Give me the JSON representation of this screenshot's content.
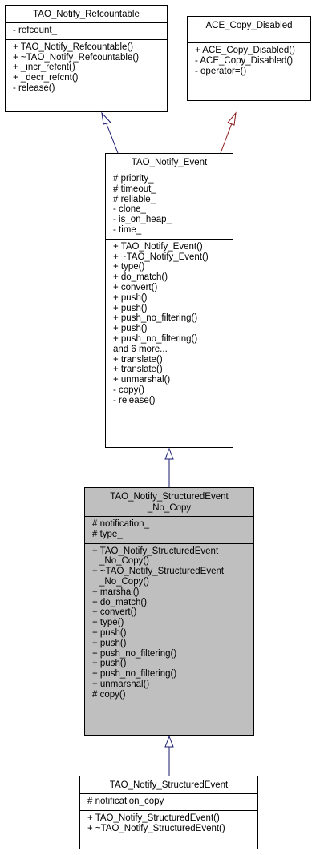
{
  "classes": {
    "refcountable": {
      "title": [
        "TAO_Notify_Refcountable"
      ],
      "attributes": [
        "- refcount_"
      ],
      "methods": [
        "+ TAO_Notify_Refcountable()",
        "+ ~TAO_Notify_Refcountable()",
        "+ _incr_refcnt()",
        "+ _decr_refcnt()",
        "- release()"
      ]
    },
    "copy_disabled": {
      "title": [
        "ACE_Copy_Disabled"
      ],
      "attributes": [],
      "methods": [
        "+ ACE_Copy_Disabled()",
        "- ACE_Copy_Disabled()",
        "- operator=()"
      ]
    },
    "event": {
      "title": [
        "TAO_Notify_Event"
      ],
      "attributes": [
        "# priority_",
        "# timeout_",
        "# reliable_",
        "- clone_",
        "- is_on_heap_",
        "- time_"
      ],
      "methods": [
        "+ TAO_Notify_Event()",
        "+ ~TAO_Notify_Event()",
        "+ type()",
        "+ do_match()",
        "+ convert()",
        "+ push()",
        "+ push()",
        "+ push_no_filtering()",
        "+ push()",
        "+ push_no_filtering()",
        "and 6 more...",
        "+ translate()",
        "+ translate()",
        "+ unmarshal()",
        "- copy()",
        "- release()"
      ]
    },
    "structured_no_copy": {
      "title": [
        "TAO_Notify_StructuredEvent",
        "_No_Copy"
      ],
      "attributes": [
        "# notification_",
        "# type_"
      ],
      "methods": [
        "+ TAO_Notify_StructuredEvent",
        "_No_Copy()",
        "+ ~TAO_Notify_StructuredEvent",
        "_No_Copy()",
        "+ marshal()",
        "+ do_match()",
        "+ convert()",
        "+ type()",
        "+ push()",
        "+ push()",
        "+ push_no_filtering()",
        "+ push()",
        "+ push_no_filtering()",
        "+ unmarshal()",
        "# copy()"
      ]
    },
    "structured": {
      "title": [
        "TAO_Notify_StructuredEvent"
      ],
      "attributes": [
        "# notification_copy"
      ],
      "methods": [
        "+ TAO_Notify_StructuredEvent()",
        "+ ~TAO_Notify_StructuredEvent()"
      ]
    }
  },
  "colors": {
    "public_inheritance": "#191970",
    "private_inheritance": "#8b1a1a",
    "highlight_fill": "#bfbfbf"
  }
}
